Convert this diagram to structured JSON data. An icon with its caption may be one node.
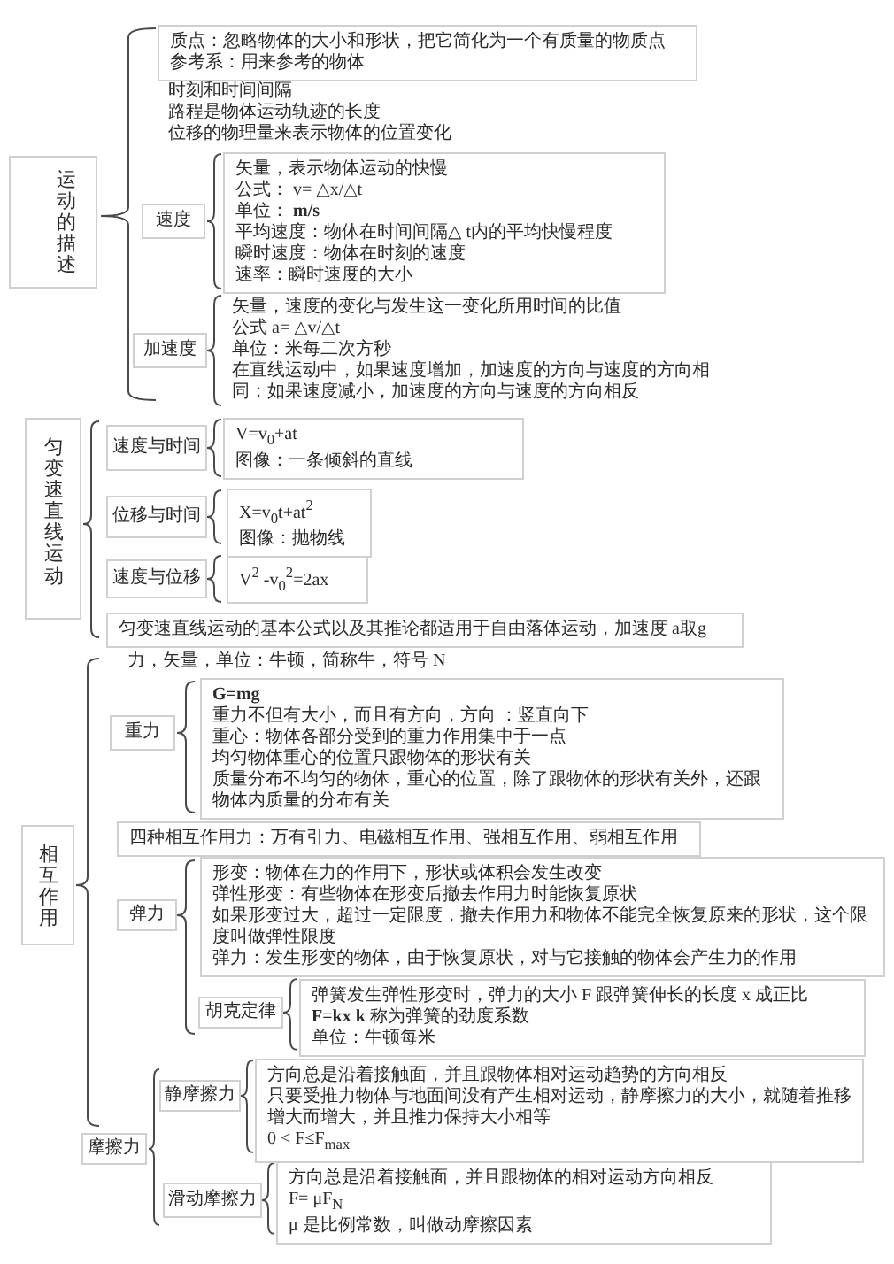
{
  "diagram": {
    "nodes": [
      {
        "text": [
          "运动的描述"
        ]
      },
      {
        "text": [
          "质点：忽略物体的大小和形状，把它简化为一个有质量的物质点",
          "参考系：用来参考的物体"
        ]
      },
      {
        "text": [
          "速度"
        ]
      },
      {
        "text": [
          "矢量，表示物体运动的快慢",
          "公式： v= △x/△t",
          "单位： **m/s**",
          "平均速度：物体在时间间隔△ t内的平均快慢程度",
          "瞬时速度：物体在时刻的速度",
          "速率：瞬时速度的大小"
        ]
      },
      {
        "text": [
          "加速度"
        ]
      },
      {
        "text": [
          "匀变速直线运动"
        ]
      },
      {
        "text": [
          "速度与时间"
        ]
      },
      {
        "text": [
          "V=v$_{0}$+at",
          "图像：一条倾斜的直线"
        ]
      },
      {
        "text": [
          "位移与时间"
        ]
      },
      {
        "text": [
          "X=v$_{0}$t+at$^{2}$",
          "图像：抛物线"
        ]
      },
      {
        "text": [
          "速度与位移"
        ]
      },
      {
        "text": [
          "V$^{2}$ -v$_{0}$$^{2}$=2ax"
        ]
      },
      {
        "text": [
          "匀变速直线运动的基本公式以及其推论都适用于自由落体运动，加速度 a取g"
        ]
      },
      {
        "text": [
          "相互作用"
        ]
      },
      {
        "text": [
          "重力"
        ]
      },
      {
        "text": [
          "G=mg",
          "重力不但有大小，而且有方向，方向 ：竖直向下",
          "重心：物体各部分受到的重力作用集中于一点",
          "均匀物体重心的位置只跟物体的形状有关",
          "质量分布不均匀的物体，重心的位置，除了跟物体的形状有关外，还跟物体内质量的分布有关"
        ]
      },
      {
        "text": [
          "四种相互作用力：万有引力、电磁相互作用、强相互作用、弱相互作用"
        ]
      },
      {
        "text": [
          "弹力"
        ]
      },
      {
        "text": [
          "形变：物体在力的作用下，形状或体积会发生改变",
          "弹性形变：有些物体在形变后撤去作用力时能恢复原状",
          "如果形变过大，超过一定限度，撤去作用力和物体不能完全恢复原来的形状，这个限度叫做弹性限度",
          "弹力：发生形变的物体，由于恢复原状，对与它接触的物体会产生力的作用"
        ]
      },
      {
        "text": [
          "胡克定律"
        ]
      },
      {
        "text": [
          "弹簧发生弹性形变时，弹力的大小 F 跟弹簧伸长的长度 x 成正比",
          "**F=kx k** 称为弹簧的劲度系数",
          "单位：牛顿每米"
        ]
      },
      {
        "text": [
          "摩擦力"
        ]
      },
      {
        "text": [
          "静摩擦力"
        ]
      },
      {
        "text": [
          "方向总是沿着接触面，并且跟物体相对运动趋势的方向相反",
          "只要受推力物体与地面间没有产生相对运动，静摩擦力的大小，就随着推移增大而增大，并且推力保持大小相等",
          "0 < F≤F$_{max}$"
        ]
      },
      {
        "text": [
          "滑动摩擦力"
        ]
      },
      {
        "text": [
          "方向总是沿着接触面，并且跟物体的相对运动方向相反",
          "F= μF$_{N}$",
          "μ 是比例常数，叫做动摩擦因素"
        ]
      }
    ],
    "labels": [
      "时刻和时间间隔",
      "路程是物体运动轨迹的长度",
      "位移的物理量来表示物体的位置变化",
      "矢量，速度的变化与发生这一变化所用时间的比值",
      "公式 a= △v/△t",
      "单位：米每二次方秒",
      "在直线运动中，如果速度增加，加速度的方向与速度的方向相同：如果速度减小，加速度的方向与速度的方向相反",
      "力，矢量，单位：牛顿，简称牛，符号 N"
    ]
  }
}
